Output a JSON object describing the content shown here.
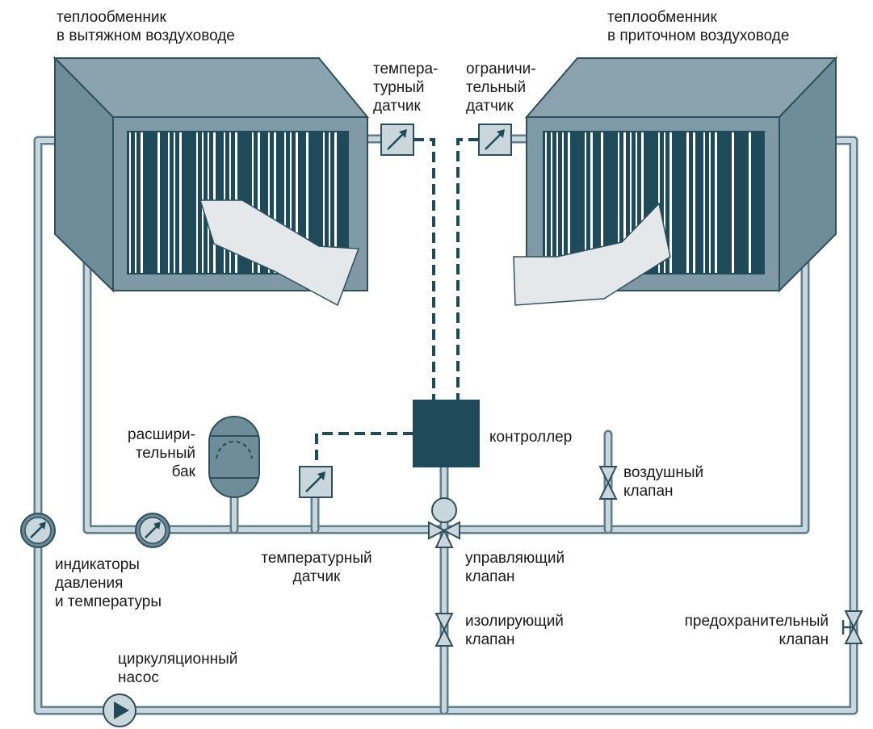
{
  "labels": {
    "exhaust_exchanger": [
      "теплообменник",
      "в вытяжном воздуховоде"
    ],
    "supply_exchanger": [
      "теплообменник",
      "в приточном воздуховоде"
    ],
    "temp_sensor_top": [
      "темпера-",
      "турный",
      "датчик"
    ],
    "limit_sensor": [
      "ограничи-",
      "тельный",
      "датчик"
    ],
    "controller": "контроллер",
    "expansion_tank": [
      "расшири-",
      "тельный",
      "бак"
    ],
    "air_valve": [
      "воздушный",
      "клапан"
    ],
    "indicators": [
      "индикаторы",
      "давления",
      "и температуры"
    ],
    "temp_sensor_bottom": [
      "температурный",
      "датчик"
    ],
    "control_valve": [
      "управляющий",
      "клапан"
    ],
    "isolating_valve": [
      "изолирующий",
      "клапан"
    ],
    "safety_valve": [
      "предохранительный",
      "клапан"
    ],
    "pump": [
      "циркуляционный",
      "насос"
    ]
  },
  "colors": {
    "dark_teal": "#1f4a5a",
    "housing_top": "#8aa3ae",
    "housing_side": "#6e8c99",
    "pipe_outline": "#5f7f8c",
    "pipe_fill": "#c9d6dc",
    "airflow_arrow": "#e4e8ea"
  }
}
